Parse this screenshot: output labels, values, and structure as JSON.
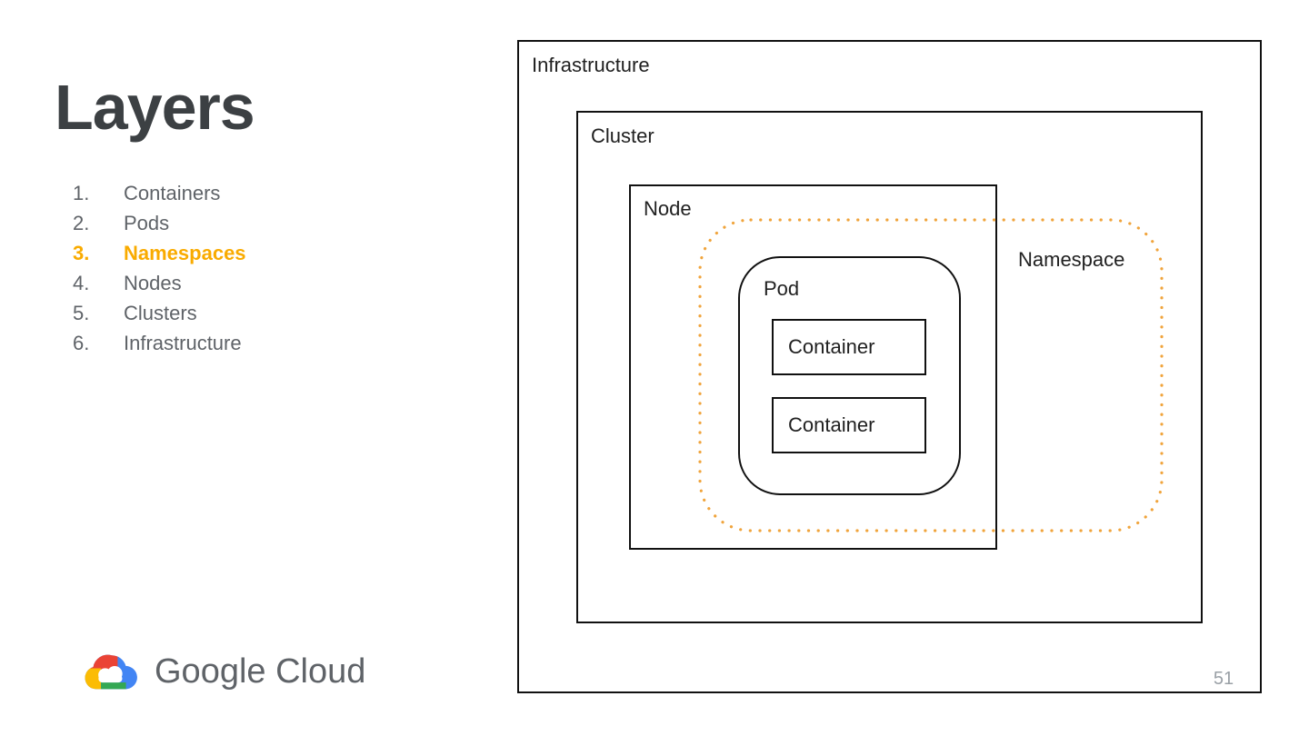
{
  "slide": {
    "title": "Layers",
    "page_number": "51"
  },
  "list": {
    "items": [
      {
        "num": "1.",
        "label": "Containers",
        "active": false
      },
      {
        "num": "2.",
        "label": "Pods",
        "active": false
      },
      {
        "num": "3.",
        "label": "Namespaces",
        "active": true
      },
      {
        "num": "4.",
        "label": "Nodes",
        "active": false
      },
      {
        "num": "5.",
        "label": "Clusters",
        "active": false
      },
      {
        "num": "6.",
        "label": "Infrastructure",
        "active": false
      }
    ]
  },
  "diagram": {
    "infrastructure_label": "Infrastructure",
    "cluster_label": "Cluster",
    "node_label": "Node",
    "namespace_label": "Namespace",
    "pod_label": "Pod",
    "containers": [
      "Container",
      "Container"
    ]
  },
  "footer": {
    "logo_text": "Google Cloud"
  },
  "colors": {
    "accent": "#F9AB00",
    "namespace_dots": "#F0A43C",
    "title": "#3c4043",
    "list_text": "#5f6368",
    "page_number": "#9AA0A6",
    "logo_red": "#EA4335",
    "logo_blue": "#4285F4",
    "logo_yellow": "#FBBC04",
    "logo_green": "#34A853"
  }
}
